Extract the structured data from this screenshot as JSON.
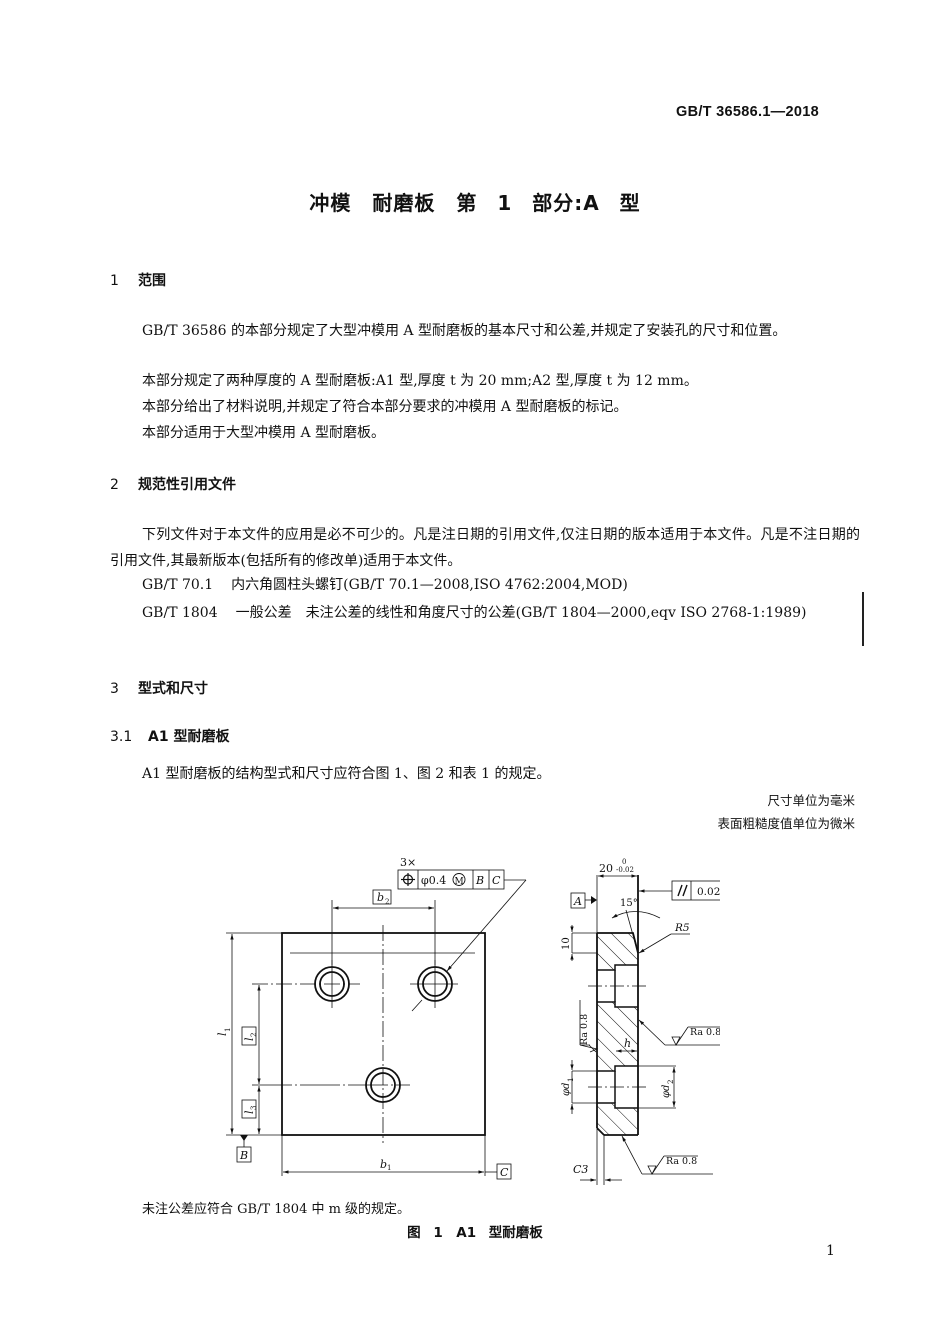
{
  "header": {
    "standard_code": "GB/T 36586.1—2018"
  },
  "document": {
    "title": "冲模　耐磨板　第 1 部分:A 型"
  },
  "sections": [
    {
      "number": "1",
      "heading": "范围",
      "paragraphs": [
        "GB/T 36586 的本部分规定了大型冲模用 A 型耐磨板的基本尺寸和公差,并规定了安装孔的尺寸和位置。",
        "本部分规定了两种厚度的 A 型耐磨板:A1 型,厚度 t 为 20 mm;A2 型,厚度 t 为 12 mm。",
        "本部分给出了材料说明,并规定了符合本部分要求的冲模用 A 型耐磨板的标记。",
        "本部分适用于大型冲模用 A 型耐磨板。"
      ]
    },
    {
      "number": "2",
      "heading": "规范性引用文件",
      "paragraphs": [
        "下列文件对于本文件的应用是必不可少的。凡是注日期的引用文件,仅注日期的版本适用于本文件。凡是不注日期的引用文件,其最新版本(包括所有的修改单)适用于本文件。"
      ],
      "references": [
        {
          "code": "GB/T 70.1",
          "title": "内六角圆柱头螺钉(GB/T 70.1—2008,ISO 4762:2004,MOD)"
        },
        {
          "code": "GB/T 1804",
          "title": "一般公差　未注公差的线性和角度尺寸的公差(GB/T 1804—2000,eqv ISO 2768-1:1989)"
        }
      ]
    },
    {
      "number": "3",
      "heading": "型式和尺寸",
      "subsections": [
        {
          "number": "3.1",
          "heading": "A1 型耐磨板",
          "paragraphs": [
            "A1 型耐磨板的结构型式和尺寸应符合图 1、图 2 和表 1 的规定。"
          ]
        }
      ]
    }
  ],
  "units": {
    "dimension": "尺寸单位为毫米",
    "roughness": "表面粗糙度值单位为微米"
  },
  "figure": {
    "number": "图 1",
    "caption": "A1 型耐磨板",
    "note": "未注公差应符合 GB/T 1804 中 m 级的规定。",
    "labels": {
      "count": "3×",
      "position_tol": "φ0.4",
      "mmc": "M",
      "datum_b": "B",
      "datum_c": "C",
      "datum_a": "A",
      "b1": "b",
      "b2": "b",
      "l1": "l",
      "l2": "l",
      "l3": "l",
      "thickness": "20",
      "thickness_upper": "0",
      "thickness_lower": "-0.02",
      "parallel_tol": "0.02",
      "angle": "15°",
      "radius": "R5",
      "dim10": "10",
      "ra1": "Ra 0.8",
      "ra2": "Ra 0.8",
      "ra3": "Ra 0.8",
      "h": "h",
      "d1": "φd",
      "d2": "φd",
      "chamfer": "C3"
    }
  },
  "footer": {
    "page_number": "1"
  }
}
